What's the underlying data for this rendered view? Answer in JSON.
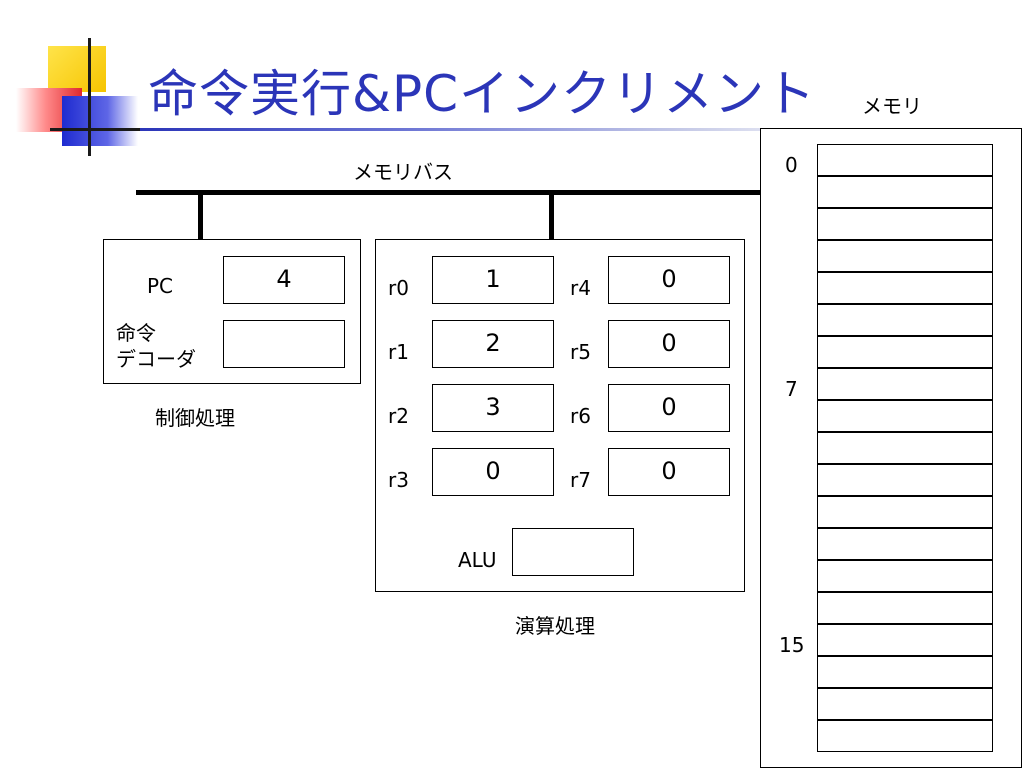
{
  "title": "命令実行&PCインクリメント",
  "memory_bus_label": "メモリバス",
  "memory_label": "メモリ",
  "control": {
    "pc_label": "PC",
    "pc_value": "4",
    "decoder_label_line1": "命令",
    "decoder_label_line2": "デコーダ",
    "decoder_value": "",
    "caption": "制御処理"
  },
  "alu_unit": {
    "registers": [
      {
        "name": "r0",
        "value": "1"
      },
      {
        "name": "r1",
        "value": "2"
      },
      {
        "name": "r2",
        "value": "3"
      },
      {
        "name": "r3",
        "value": "0"
      },
      {
        "name": "r4",
        "value": "0"
      },
      {
        "name": "r5",
        "value": "0"
      },
      {
        "name": "r6",
        "value": "0"
      },
      {
        "name": "r7",
        "value": "0"
      }
    ],
    "alu_label": "ALU",
    "alu_value": "",
    "caption": "演算処理"
  },
  "memory": {
    "cell_count": 19,
    "addresses": [
      "0",
      "7",
      "15"
    ]
  }
}
